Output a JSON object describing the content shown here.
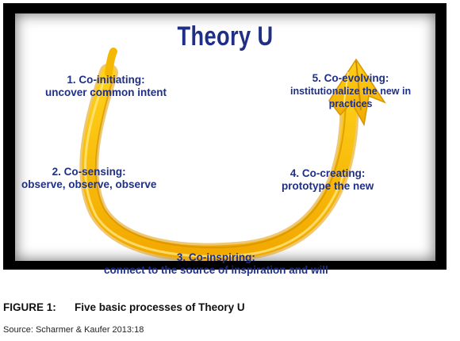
{
  "diagram": {
    "title": "Theory U",
    "arrow_color": "#f5b800",
    "text_color": "#1f2f86",
    "steps": [
      {
        "heading": "1. Co-initiating:",
        "detail": "uncover common intent"
      },
      {
        "heading": "2. Co-sensing:",
        "detail": "observe, observe, observe"
      },
      {
        "heading": "3. Co-inspiring:",
        "detail": "connect to the source of inspiration and will"
      },
      {
        "heading": "4. Co-creating:",
        "detail": "prototype the new"
      },
      {
        "heading": "5. Co-evolving:",
        "detail_line1": "institutionalize the new in",
        "detail_line2": "practices"
      }
    ]
  },
  "figure": {
    "label": "FIGURE 1:",
    "caption": "Five basic processes of Theory U",
    "source": "Source: Scharmer & Kaufer 2013:18"
  }
}
